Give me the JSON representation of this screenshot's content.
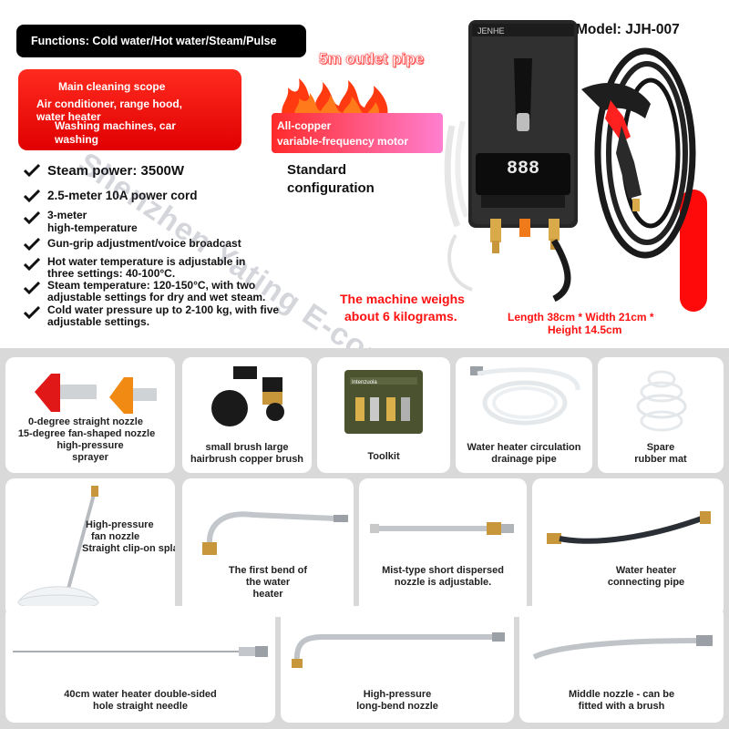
{
  "header": {
    "functions": "Functions: Cold water/Hot water/Steam/Pulse",
    "model": "Model: JJH-007",
    "outlet_pipe": "5m outlet pipe",
    "brand": "JENHE"
  },
  "scope": {
    "title": "Main cleaning scope",
    "line1": "Air conditioner, range hood,",
    "line2": "water heater",
    "line3": "Washing machines, car",
    "line4": "washing"
  },
  "motor": {
    "line1": "All-copper",
    "line2": "variable-frequency motor"
  },
  "standard": {
    "line1": "Standard",
    "line2": "configuration"
  },
  "display": "888",
  "features": [
    "Steam power: 3500W",
    "2.5-meter 10A power cord",
    "3-meter",
    "high-temperature",
    "Gun-grip adjustment/voice broadcast",
    "Hot water temperature is adjustable in",
    "three settings: 40-100°C.",
    "Steam temperature: 120-150°C, with two",
    "adjustable settings for dry and wet steam.",
    "Cold water pressure up to 2-100 kg, with five",
    "adjustable settings."
  ],
  "weight": {
    "line1": "The machine weighs",
    "line2": "about 6 kilograms."
  },
  "dimensions": {
    "line1": "Length 38cm * Width 21cm *",
    "line2": "Height 14.5cm"
  },
  "watermark": "Shenzhen Yating E-commerce Co., Ltd",
  "accessories": {
    "nozzles": [
      "0-degree straight nozzle",
      "15-degree fan-shaped nozzle",
      "high-pressure",
      "sprayer"
    ],
    "brush": [
      "small brush large",
      "hairbrush copper brush"
    ],
    "toolkit": "Toolkit",
    "toolkit_brand": "Intenzuola",
    "drain": [
      "Water heater circulation",
      "drainage pipe"
    ],
    "mat": [
      "Spare",
      "rubber mat"
    ],
    "fan": [
      "High-pressure",
      "fan nozzle",
      "Straight clip-on splash cover"
    ],
    "bend": [
      "The first bend of",
      "the water",
      "heater"
    ],
    "mist": [
      "Mist-type short dispersed",
      "nozzle is adjustable."
    ],
    "connect": [
      "Water heater",
      "connecting pipe"
    ],
    "needle": [
      "40cm water heater double-sided",
      "hole straight needle"
    ],
    "longbend": [
      "High-pressure",
      "long-bend nozzle"
    ],
    "middle": [
      "Middle nozzle - can be",
      "fitted with a brush"
    ]
  }
}
